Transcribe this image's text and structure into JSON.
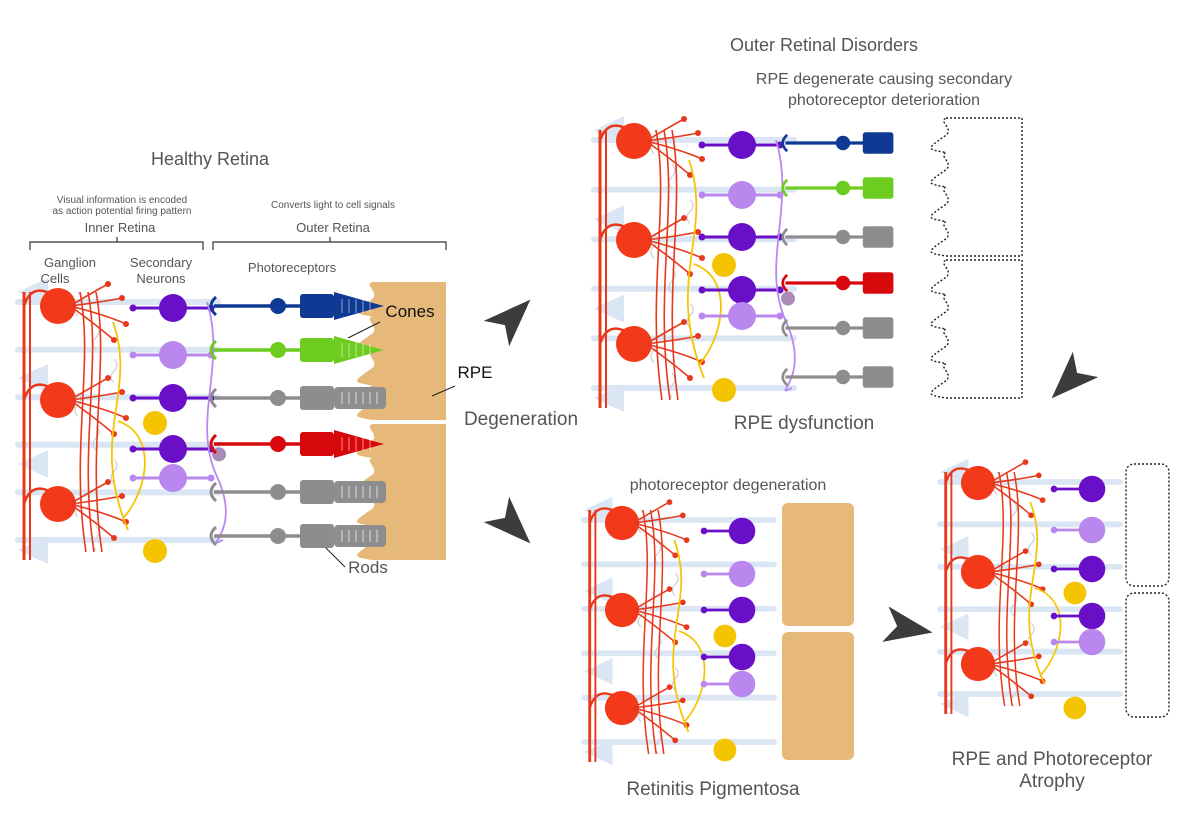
{
  "colors": {
    "ganglion": "#f23a1a",
    "axon": "#e8381c",
    "bipolar": "#6a0fc8",
    "bipolar_light": "#b987ee",
    "amacrine": "#f5c400",
    "blue_cone": "#0e3a94",
    "green_cone": "#6dcc1f",
    "red_cone": "#d7080c",
    "rod": "#8d8d8d",
    "rpe": "#e6b97a",
    "muller": "#dbe6f4",
    "arrow": "#3c3c3c"
  },
  "healthy": {
    "title": "Healthy Retina",
    "inner_note": "Visual information is encoded as action potential firing pattern",
    "outer_note": "Converts  light to cell signals",
    "inner_label": "Inner Retina",
    "outer_label": "Outer Retina",
    "ganglion_label": "Ganglion Cells",
    "secondary_label": "Secondary Neurons",
    "photoreceptors_label": "Photoreceptors",
    "cones_label": "Cones",
    "rods_label": "Rods",
    "rpe_label": "RPE"
  },
  "outer_disorders": {
    "title": "Outer Retinal Disorders",
    "subtitle": "RPE degenerate causing secondary photoreceptor deterioration",
    "caption": "RPE dysfunction"
  },
  "rp": {
    "title": "photoreceptor degeneration",
    "caption": "Retinitis Pigmentosa"
  },
  "atrophy": {
    "caption": "RPE and Photoreceptor Atrophy"
  },
  "degeneration_label": "Degeneration",
  "icons": [
    "arrow-up-right-icon",
    "arrow-down-right-icon",
    "arrow-down-left-icon",
    "arrow-right-icon"
  ]
}
